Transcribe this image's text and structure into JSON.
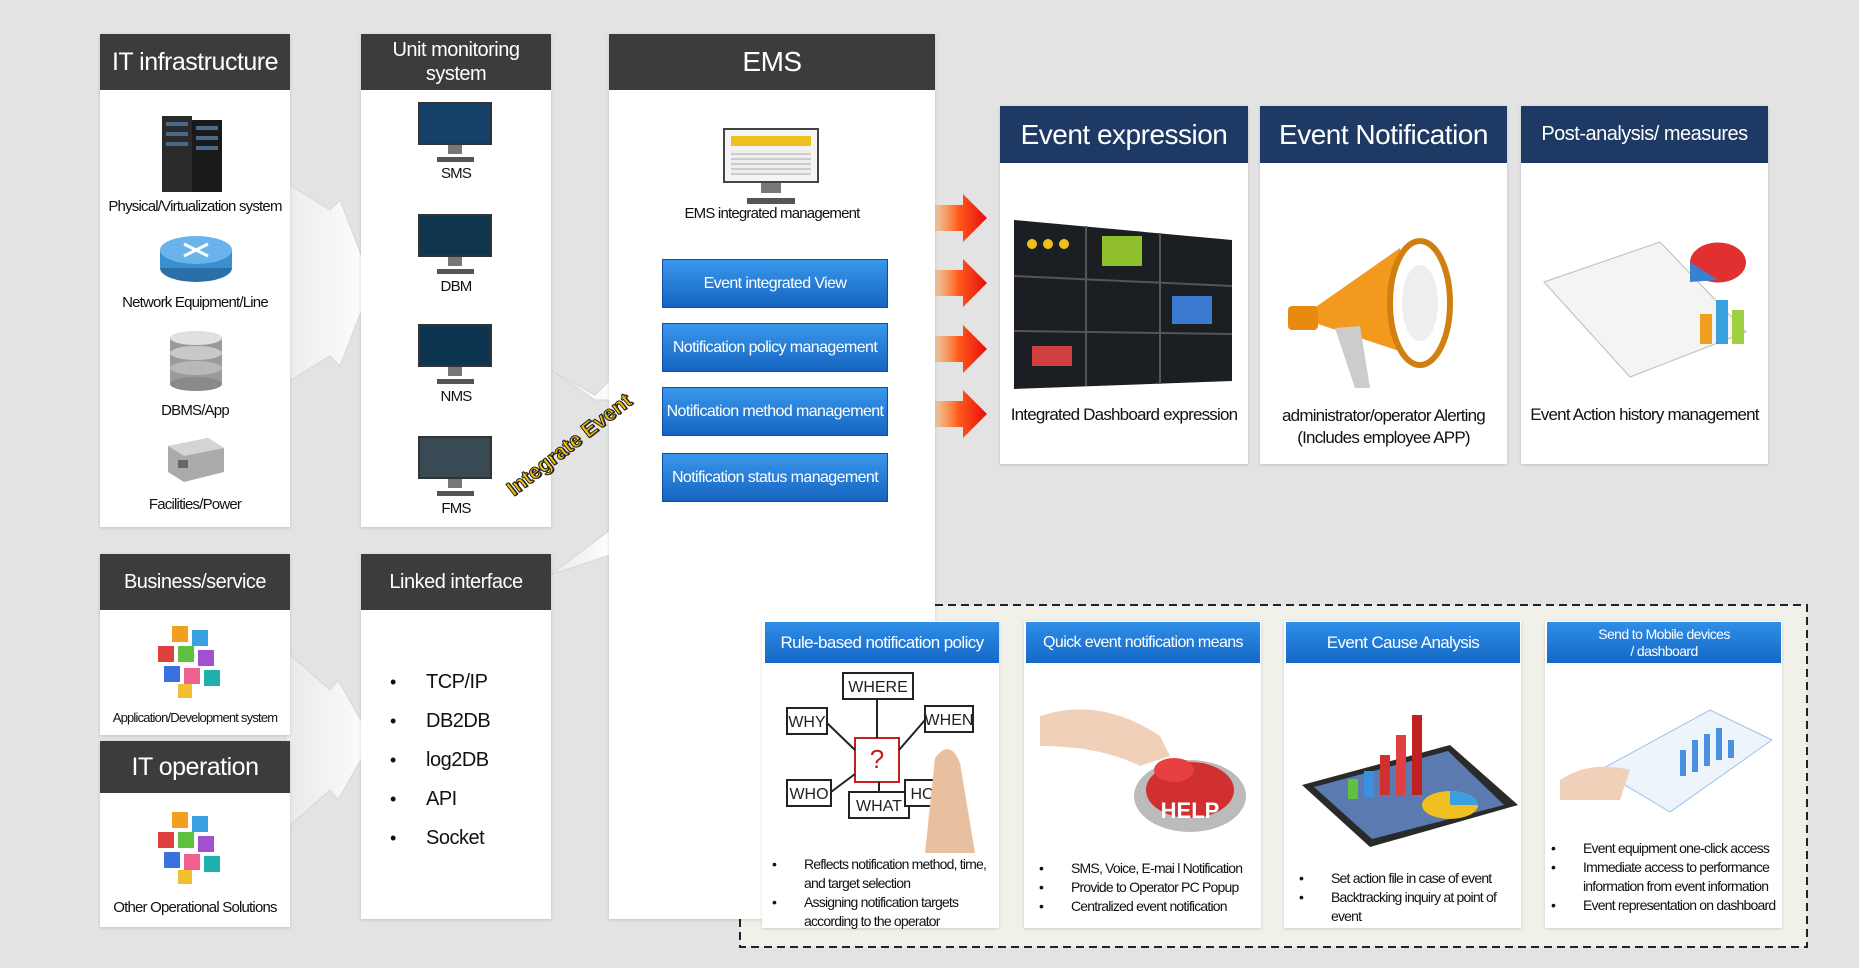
{
  "it_infrastructure": {
    "title": "IT infrastructure",
    "items": [
      "Physical/Virtualization system",
      "Network Equipment/Line",
      "DBMS/App",
      "Facilities/Power"
    ]
  },
  "unit_monitoring": {
    "title": "Unit monitoring system",
    "items": [
      "SMS",
      "DBM",
      "NMS",
      "FMS"
    ]
  },
  "business_service": {
    "title": "Business/service",
    "item": "Application/Development system"
  },
  "it_operation": {
    "title": "IT operation",
    "item": "Other Operational Solutions"
  },
  "linked_interface": {
    "title": "Linked interface",
    "protocols": [
      "TCP/IP",
      "DB2DB",
      "log2DB",
      "API",
      "Socket"
    ]
  },
  "integrate_label": "Integrate Event",
  "ems": {
    "title": "EMS",
    "caption": "EMS integrated management",
    "buttons": [
      "Event integrated View",
      "Notification policy management",
      "Notification method management",
      "Notification status management"
    ]
  },
  "outputs": [
    {
      "title": "Event expression",
      "caption": "Integrated Dashboard  expression"
    },
    {
      "title": "Event Notification",
      "caption": "administrator/operator Alerting (Includes employee APP)"
    },
    {
      "title": "Post-analysis/ measures",
      "caption": "Event Action history management"
    }
  ],
  "features": [
    {
      "title": "Rule-based notification policy",
      "bullets": [
        "Reflects notification method, time, and target selection",
        "Assigning notification targets according to the operator"
      ]
    },
    {
      "title": "Quick event notification means",
      "bullets": [
        "SMS, Voice, E-mai l Notification",
        "Provide to Operator PC Popup",
        "Centralized event notification"
      ]
    },
    {
      "title": "Event Cause Analysis",
      "bullets": [
        "Set action file in case of event",
        "Backtracking inquiry at point of event"
      ]
    },
    {
      "title": "Send to Mobile devices / dashboard",
      "bullets": [
        "Event equipment one-click access",
        "Immediate access to performance information from event information",
        "Event representation on dashboard"
      ]
    }
  ],
  "help_sign": "HELP",
  "mindmap": {
    "where": "WHERE",
    "why": "WHY",
    "when": "WHEN",
    "who": "WHO",
    "what": "WHAT",
    "how": "HOW",
    "center": "?"
  },
  "colors": {
    "dark_header": "#3c3c3c",
    "navy_header": "#1e3a64",
    "blue": "#1f76d6",
    "arrow_red": "#e8140c"
  }
}
